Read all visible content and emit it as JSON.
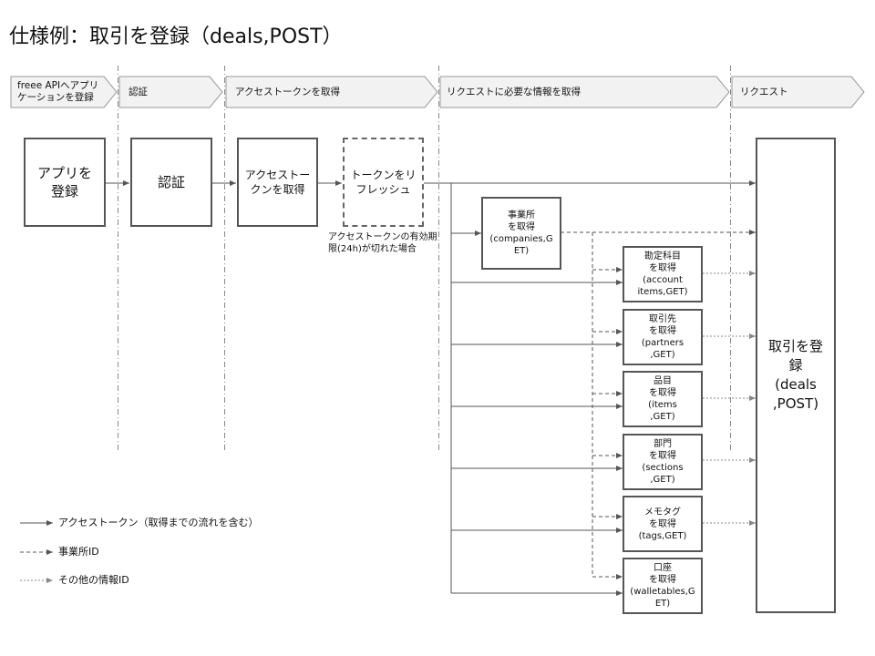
{
  "title": "仕様例：取引を登録（deals,POST）",
  "phases": [
    {
      "label": "freee APIへアプリ\nケーションを登録"
    },
    {
      "label": "認証"
    },
    {
      "label": "アクセストークンを取得"
    },
    {
      "label": "リクエストに必要な情報を取得"
    },
    {
      "label": "リクエスト"
    }
  ],
  "nodes": {
    "register_app": "アプリを\n登録",
    "auth": "認証",
    "get_token": "アクセストー\nクンを取得",
    "refresh_token": "トークンをリ\nフレッシュ",
    "companies": "事業所\nを取得\n(companies,G\nET)",
    "account_items": "勘定科目\nを取得\n(account\nitems,GET)",
    "partners": "取引先\nを取得\n(partners\n,GET)",
    "items": "品目\nを取得\n(items\n,GET)",
    "sections": "部門\nを取得\n(sections\n,GET)",
    "tags": "メモタグ\nを取得\n(tags,GET)",
    "walletables": "口座\nを取得\n(walletables,G\nET)",
    "deals": "取引を登\n録\n(deals\n,POST)"
  },
  "refresh_note": "アクセストークンの有効期\n限(24h)が切れた場合",
  "legend": {
    "solid": "アクセストークン（取得までの流れを含む）",
    "dashed": "事業所ID",
    "dotted": "その他の情報ID"
  },
  "colors": {
    "line": "#555555",
    "phase_fill": "#f2f2f2",
    "phase_border": "#999999"
  }
}
